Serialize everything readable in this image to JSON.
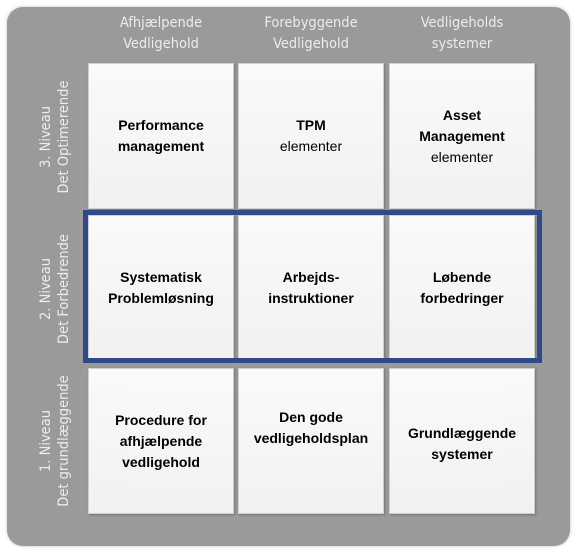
{
  "columns": [
    {
      "line1": "Afhjælpende",
      "line2": "Vedligehold"
    },
    {
      "line1": "Forebyggende",
      "line2": "Vedligehold"
    },
    {
      "line1": "Vedligeholds",
      "line2": "systemer"
    }
  ],
  "rows": [
    {
      "line1": "3. Niveau",
      "line2": "Det Optimerende"
    },
    {
      "line1": "2. Niveau",
      "line2": "Det Forbedrende"
    },
    {
      "line1": "1. Niveau",
      "line2": "Det grundlæggende"
    }
  ],
  "cells": {
    "r3c1": {
      "bold1": "Performance",
      "bold2": "management"
    },
    "r3c2": {
      "bold1": "TPM",
      "norm1": "elementer"
    },
    "r3c3": {
      "bold1": "Asset",
      "bold2": "Management",
      "norm1": "elementer"
    },
    "r2c1": {
      "bold1": "Systematisk",
      "bold2": "Problemløsning"
    },
    "r2c2": {
      "bold1": "Arbejds-",
      "bold2": "instruktioner"
    },
    "r2c3": {
      "bold1": "Løbende",
      "bold2": "forbedringer"
    },
    "r1c1": {
      "bold1": "Procedure for",
      "bold2": "afhjælpende",
      "bold3": "vedligehold"
    },
    "r1c2": {
      "bold1": "Den gode",
      "bold2": "vedligeholdsplan"
    },
    "r1c3": {
      "bold1": "Grundlæggende",
      "bold2": "systemer"
    }
  },
  "colors": {
    "panel": "#9a9a9a",
    "highlight": "#2e4b87",
    "cell": "#f5f5f5"
  }
}
